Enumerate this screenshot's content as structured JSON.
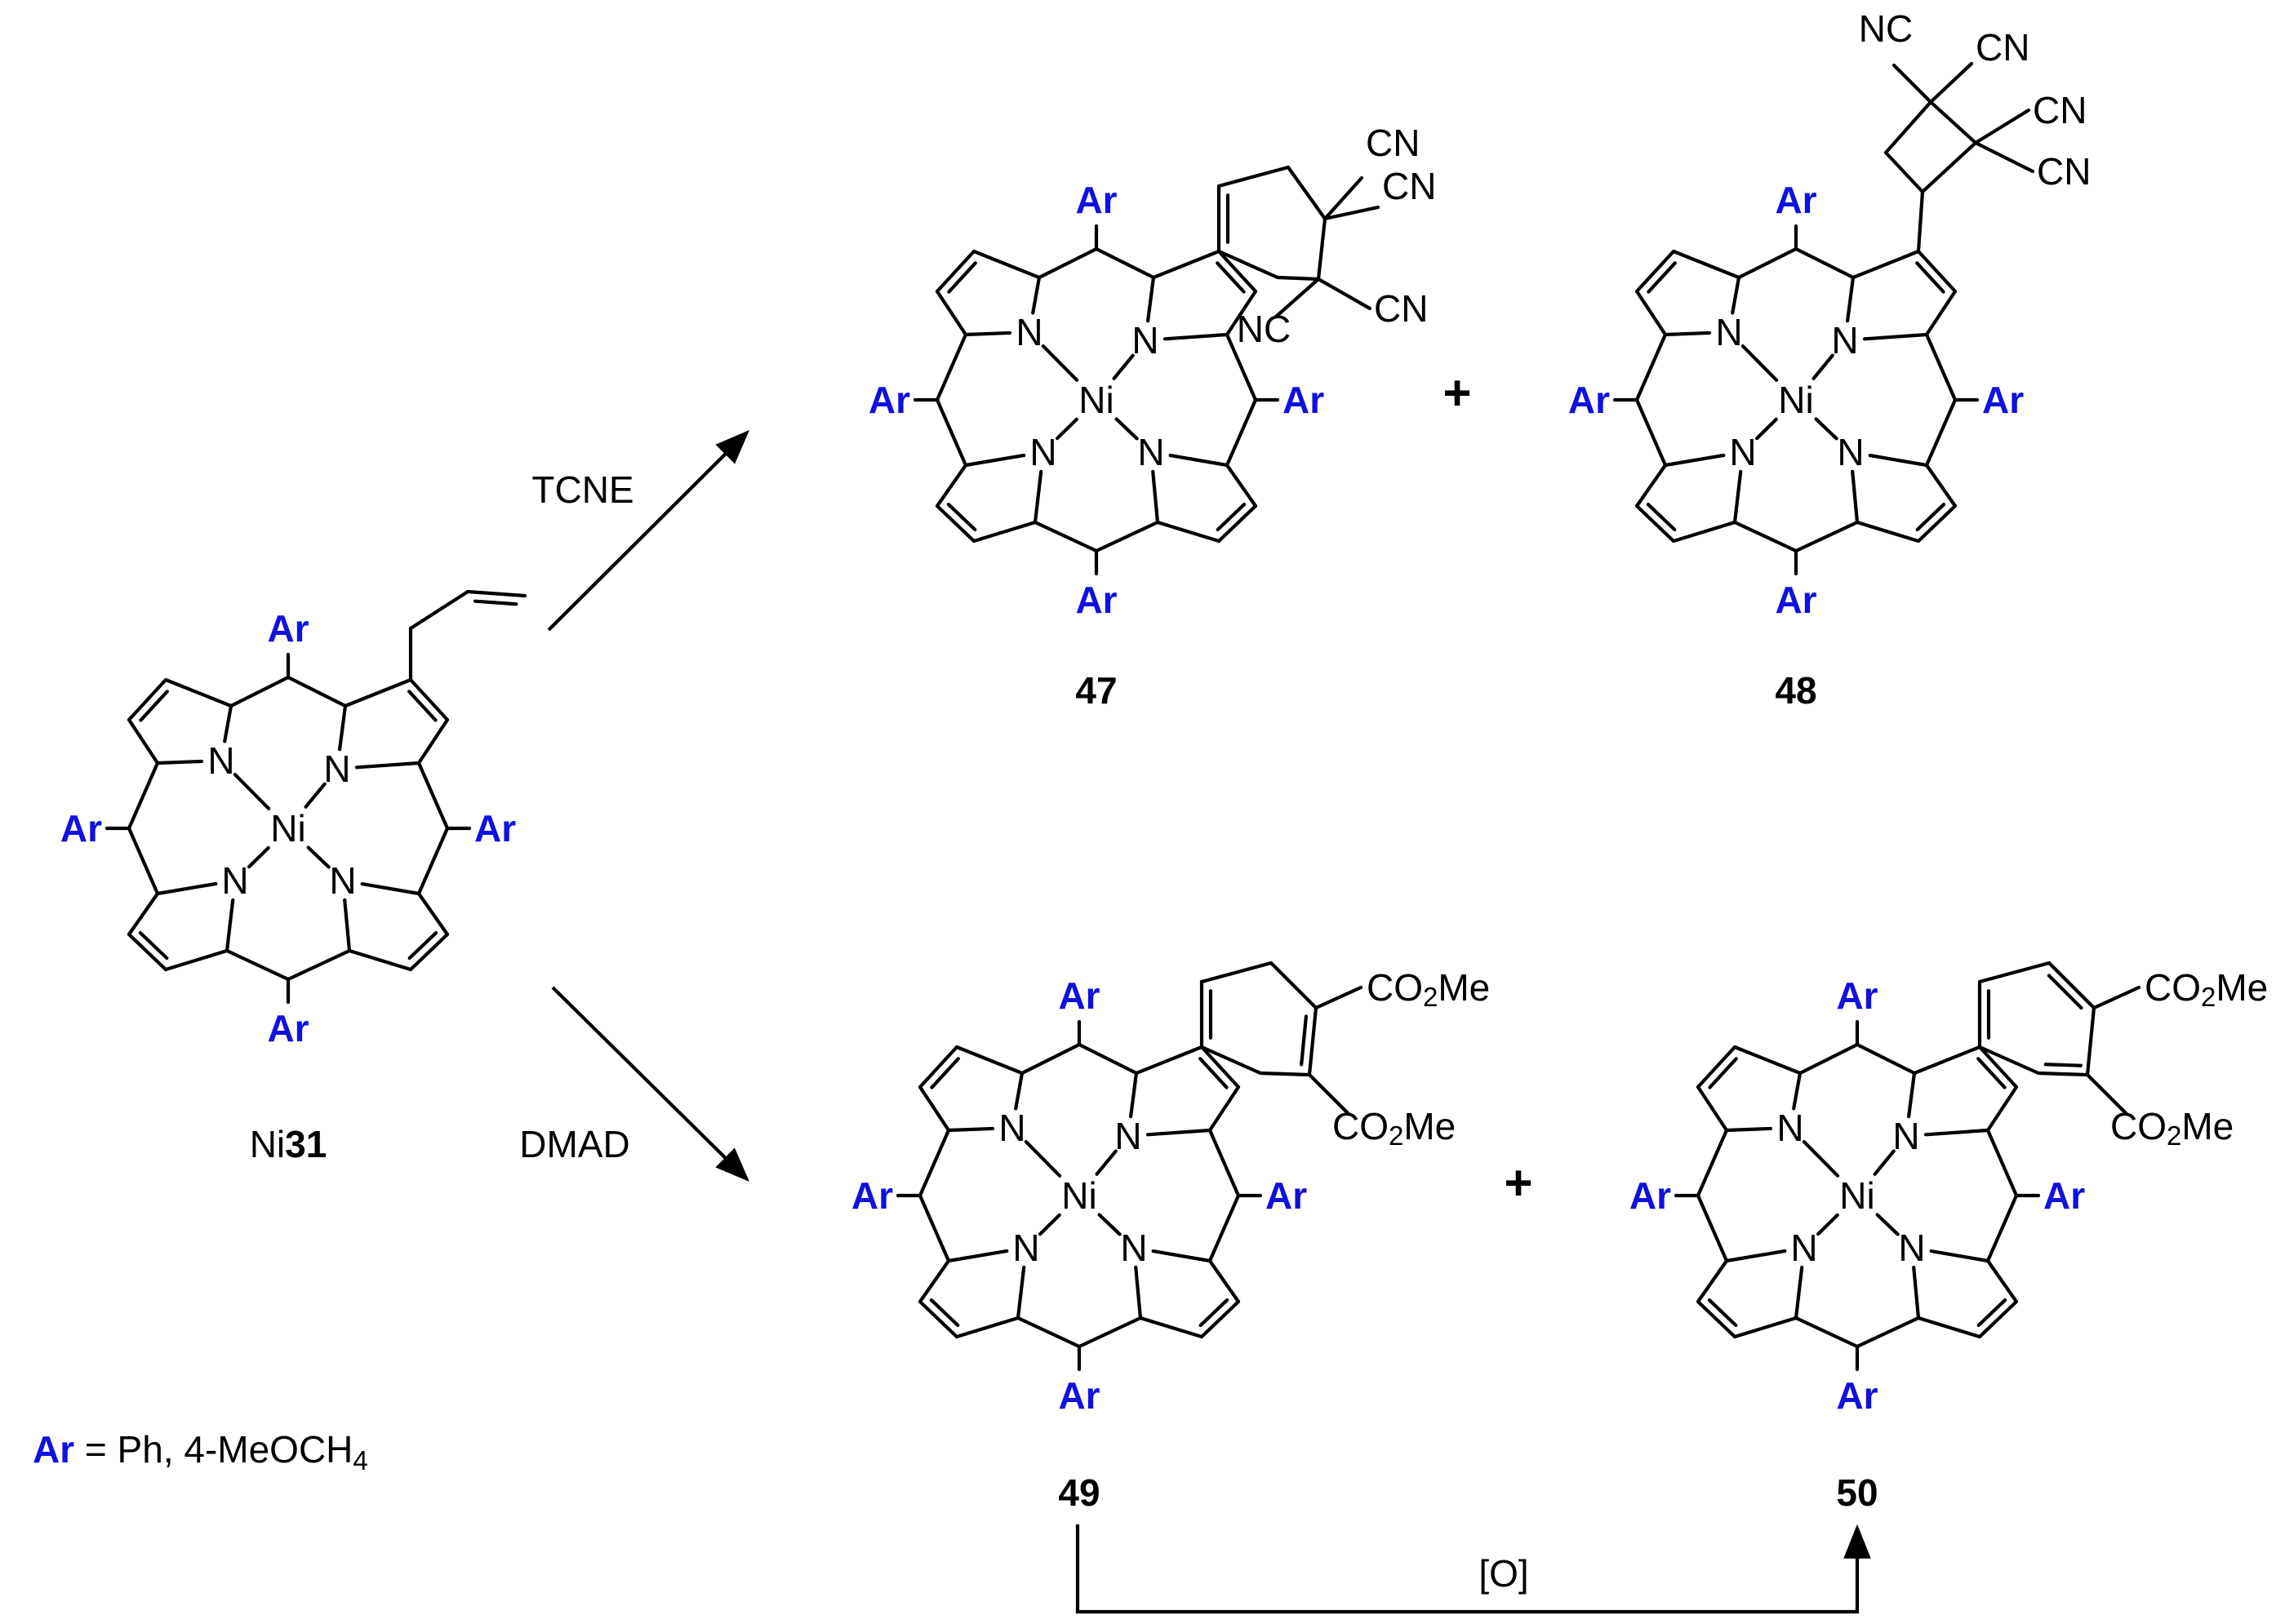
{
  "atoms": {
    "nitrogen": "N",
    "nickel": "Ni",
    "aryl": "Ar"
  },
  "reagents": {
    "top": "TCNE",
    "bottom": "DMAD",
    "oxidation": "[O]"
  },
  "compounds": {
    "start": {
      "prefix": "Ni",
      "number": "31"
    },
    "p47": "47",
    "p48": "48",
    "p49": "49",
    "p50": "50"
  },
  "substituents": {
    "cn": "CN",
    "nc": "NC",
    "ester_main": "CO",
    "ester_sub": "2",
    "ester_tail": "Me"
  },
  "plus_sign": "+",
  "legend": {
    "key": "Ar",
    "text": " = Ph, 4-MeOCH",
    "sub": "4"
  },
  "colors": {
    "aryl": "#1010e0",
    "ink": "#000000"
  }
}
